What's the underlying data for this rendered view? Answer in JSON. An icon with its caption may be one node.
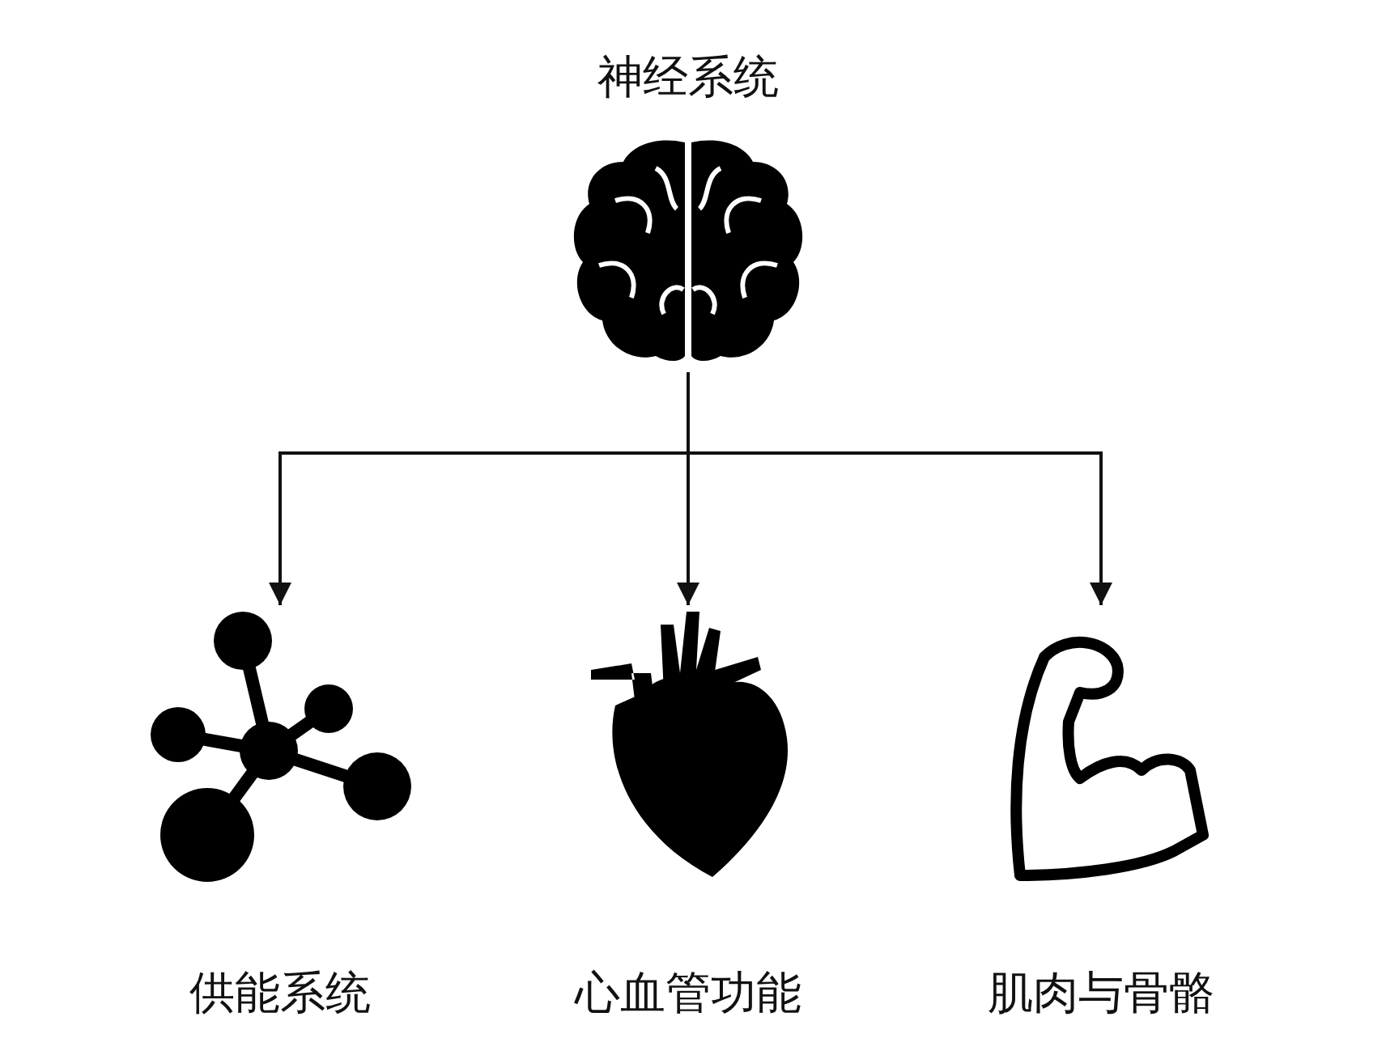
{
  "diagram": {
    "nodes": [
      {
        "text": [
          "神经系统"
        ]
      },
      {
        "text": [
          "供能系统"
        ]
      },
      {
        "text": [
          "心血管功能"
        ]
      },
      {
        "text": [
          "肌肉与骨骼"
        ]
      }
    ],
    "edges": [
      {
        "from": 0,
        "to": 1,
        "arrow": "to"
      },
      {
        "from": 0,
        "to": 2,
        "arrow": "to"
      },
      {
        "from": 0,
        "to": 3,
        "arrow": "to"
      }
    ]
  }
}
